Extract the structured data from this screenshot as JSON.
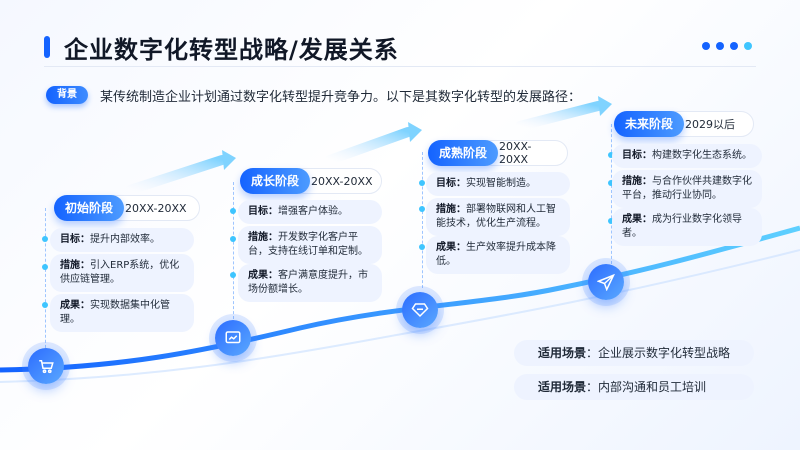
{
  "header": {
    "title": "企业数字化转型战略/发展关系"
  },
  "background": {
    "label": "背景",
    "text": "某传统制造企业计划通过数字化转型提升竞争力。以下是其数字化转型的发展路径："
  },
  "stages": [
    {
      "name": "初始阶段",
      "year": "20XX-20XX",
      "goal_label": "目标：",
      "goal": "提升内部效率。",
      "measure_label": "措施：",
      "measure": "引入ERP系统，优化供应链管理。",
      "result_label": "成果：",
      "result": "实现数据集中化管理。",
      "icon": "shopping-cart-icon"
    },
    {
      "name": "成长阶段",
      "year": "20XX-20XX",
      "goal_label": "目标：",
      "goal": "增强客户体验。",
      "measure_label": "措施：",
      "measure": "开发数字化客户平台，支持在线订单和定制。",
      "result_label": "成果：",
      "result": "客户满意度提升，市场份额增长。",
      "icon": "chart-icon"
    },
    {
      "name": "成熟阶段",
      "year": "20XX-20XX",
      "goal_label": "目标：",
      "goal": "实现智能制造。",
      "measure_label": "措施：",
      "measure": "部署物联网和人工智能技术，优化生产流程。",
      "result_label": "成果：",
      "result": "生产效率提升成本降低。",
      "icon": "diamond-icon"
    },
    {
      "name": "未来阶段",
      "year": "2029以后",
      "goal_label": "目标：",
      "goal": "构建数字化生态系统。",
      "measure_label": "措施：",
      "measure": "与合作伙伴共建数字化平台，推动行业协同。",
      "result_label": "成果：",
      "result": "成为行业数字化领导者。",
      "icon": "paper-plane-icon"
    }
  ],
  "scenes": [
    {
      "label": "适用场景",
      "text": "：企业展示数字化转型战略"
    },
    {
      "label": "适用场景",
      "text": "：内部沟通和员工培训"
    }
  ],
  "colors": {
    "primary": "#1463ff",
    "accent": "#3ec5ff"
  }
}
